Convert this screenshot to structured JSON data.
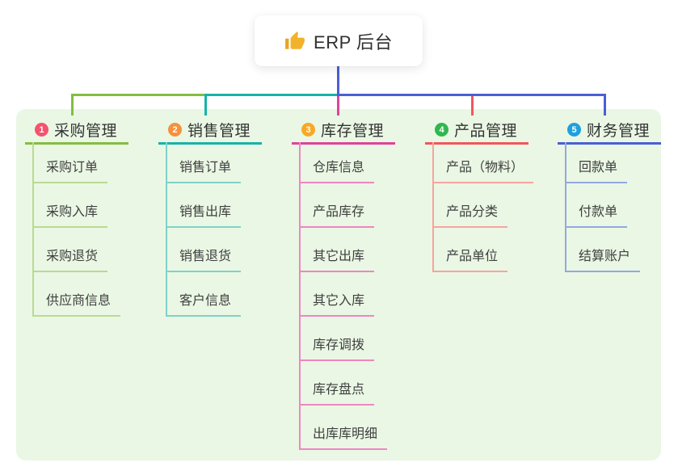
{
  "canvas": {
    "background_color": "#ffffff",
    "panel_color": "#eaf7e4"
  },
  "root": {
    "label": "ERP 后台",
    "icon": "thumbs-up-icon",
    "icon_color": "#f2b32a",
    "connector_color": "#4a5fd6"
  },
  "branches": [
    {
      "index": "1",
      "label": "采购管理",
      "badge_color": "#f4536e",
      "line_color": "#84bd3f",
      "child_line_color": "#b9db90",
      "children": [
        "采购订单",
        "采购入库",
        "采购退货",
        "供应商信息"
      ]
    },
    {
      "index": "2",
      "label": "销售管理",
      "badge_color": "#f6913d",
      "line_color": "#16b3a8",
      "child_line_color": "#7fd2c9",
      "children": [
        "销售订单",
        "销售出库",
        "销售退货",
        "客户信息"
      ]
    },
    {
      "index": "3",
      "label": "库存管理",
      "badge_color": "#f9a826",
      "line_color": "#e0439a",
      "child_line_color": "#ee86c2",
      "children": [
        "仓库信息",
        "产品库存",
        "其它出库",
        "其它入库",
        "库存调拨",
        "库存盘点",
        "出库库明细"
      ]
    },
    {
      "index": "4",
      "label": "产品管理",
      "badge_color": "#2eb84e",
      "line_color": "#f2565c",
      "child_line_color": "#f8a39f",
      "children": [
        "产品（物料）",
        "产品分类",
        "产品单位"
      ]
    },
    {
      "index": "5",
      "label": "财务管理",
      "badge_color": "#1fa0dd",
      "line_color": "#4a5fd6",
      "child_line_color": "#93a8e0",
      "children": [
        "回款单",
        "付款单",
        "结算账户"
      ]
    }
  ]
}
